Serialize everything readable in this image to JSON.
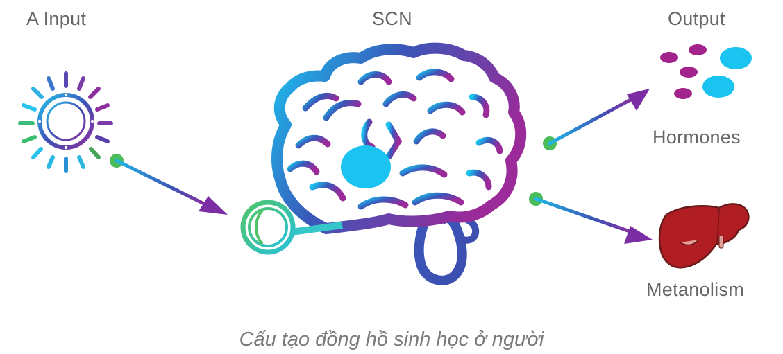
{
  "labels": {
    "input": "A Input",
    "scn": "SCN",
    "output": "Output",
    "hormones": "Hormones",
    "metabolism": "Metanolism"
  },
  "caption": "Cấu tạo đồng hồ sinh học ở người",
  "icons": {
    "input": "sun-light-icon",
    "brain": "brain-icon",
    "eye": "eye-icon",
    "hormones": "hormone-drops-icon",
    "liver": "liver-icon"
  },
  "colors": {
    "cyan": "#1ac3f0",
    "blue": "#3a56b8",
    "purple": "#8b2d9c",
    "green": "#4cbb5a",
    "hormone_magenta": "#a3238c",
    "liver_red": "#b01e24",
    "text_gray": "#666666"
  }
}
